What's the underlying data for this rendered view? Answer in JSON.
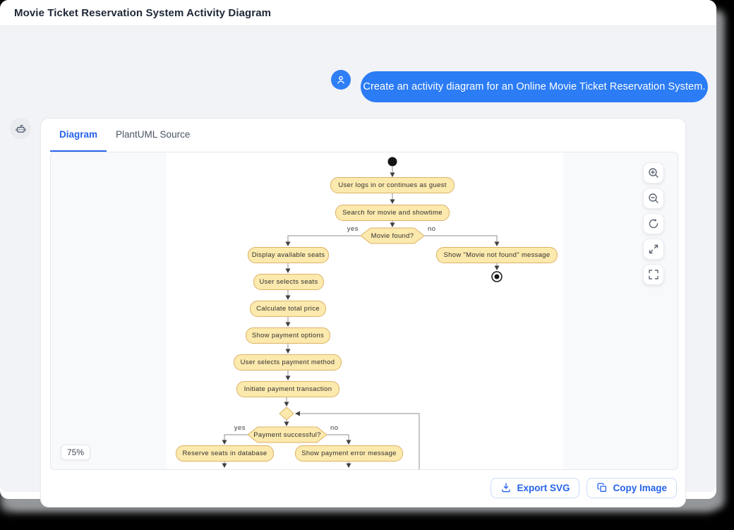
{
  "header": {
    "title": "Movie Ticket Reservation System Activity Diagram"
  },
  "chat": {
    "user_avatar_icon": "person-icon",
    "message": "Create an activity diagram for an Online Movie Ticket Reservation System.",
    "bot_icon": "robot-icon"
  },
  "panel": {
    "tabs": [
      {
        "label": "Diagram",
        "active": true
      },
      {
        "label": "PlantUML Source",
        "active": false
      }
    ],
    "zoom_badge": "75%",
    "zoom_controls": [
      "zoom-in-icon",
      "zoom-out-icon",
      "reset-view-icon",
      "expand-icon",
      "fullscreen-icon"
    ],
    "footer": {
      "export_label": "Export SVG",
      "copy_label": "Copy Image"
    }
  },
  "diagram": {
    "type": "activity-diagram",
    "nodes": {
      "login": "User logs in or continues as guest",
      "search": "Search for movie and showtime",
      "display_seats": "Display available seats",
      "not_found": "Show \"Movie not found\" message",
      "select_seats": "User selects seats",
      "calc_price": "Calculate total price",
      "payment_options": "Show payment options",
      "select_payment": "User selects payment method",
      "initiate_payment": "Initiate payment transaction",
      "reserve_seats": "Reserve seats in database",
      "payment_error": "Show payment error message"
    },
    "decisions": {
      "movie_found": {
        "label": "Movie found?",
        "yes": "yes",
        "no": "no"
      },
      "payment_successful": {
        "label": "Payment successful?",
        "yes": "yes",
        "no": "no"
      }
    }
  },
  "colors": {
    "accent_blue": "#2b7cf5",
    "tab_active": "#2563eb",
    "node_fill": "#fce9ad",
    "node_border": "#dcb267",
    "viewport_bg": "#f8f9fb",
    "page_bg": "#f2f3f6"
  }
}
